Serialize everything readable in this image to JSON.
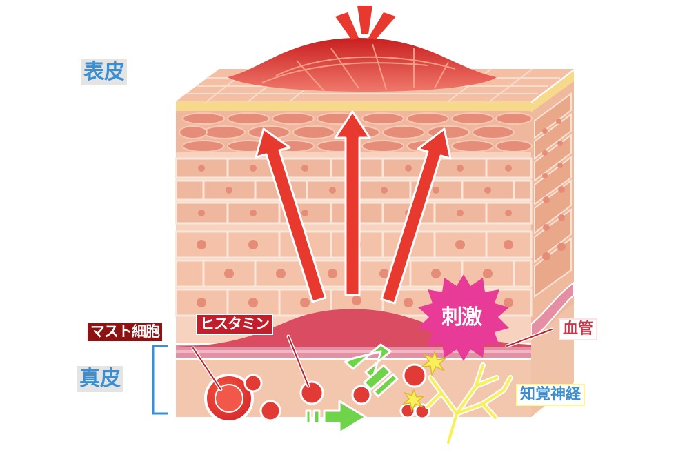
{
  "labels": {
    "epidermis": "表皮",
    "dermis": "真皮",
    "mast_cell": "マスト細胞",
    "histamine": "ヒスタミン",
    "stimulus": "刺激",
    "blood_vessel": "血管",
    "sensory_nerve": "知覚神経"
  },
  "colors": {
    "skin_light": "#f6d2bf",
    "skin_mid": "#f0b79f",
    "cell_nucleus": "#e58d78",
    "arrow_red": "#e8392f",
    "arrow_green": "#6fd44a",
    "vessel_pink": "#e58fa4",
    "burst_magenta": "#e83b97",
    "nerve_yellow": "#f8f05a",
    "label_dark_red": "#8f1212",
    "label_red": "#c21f2c"
  }
}
